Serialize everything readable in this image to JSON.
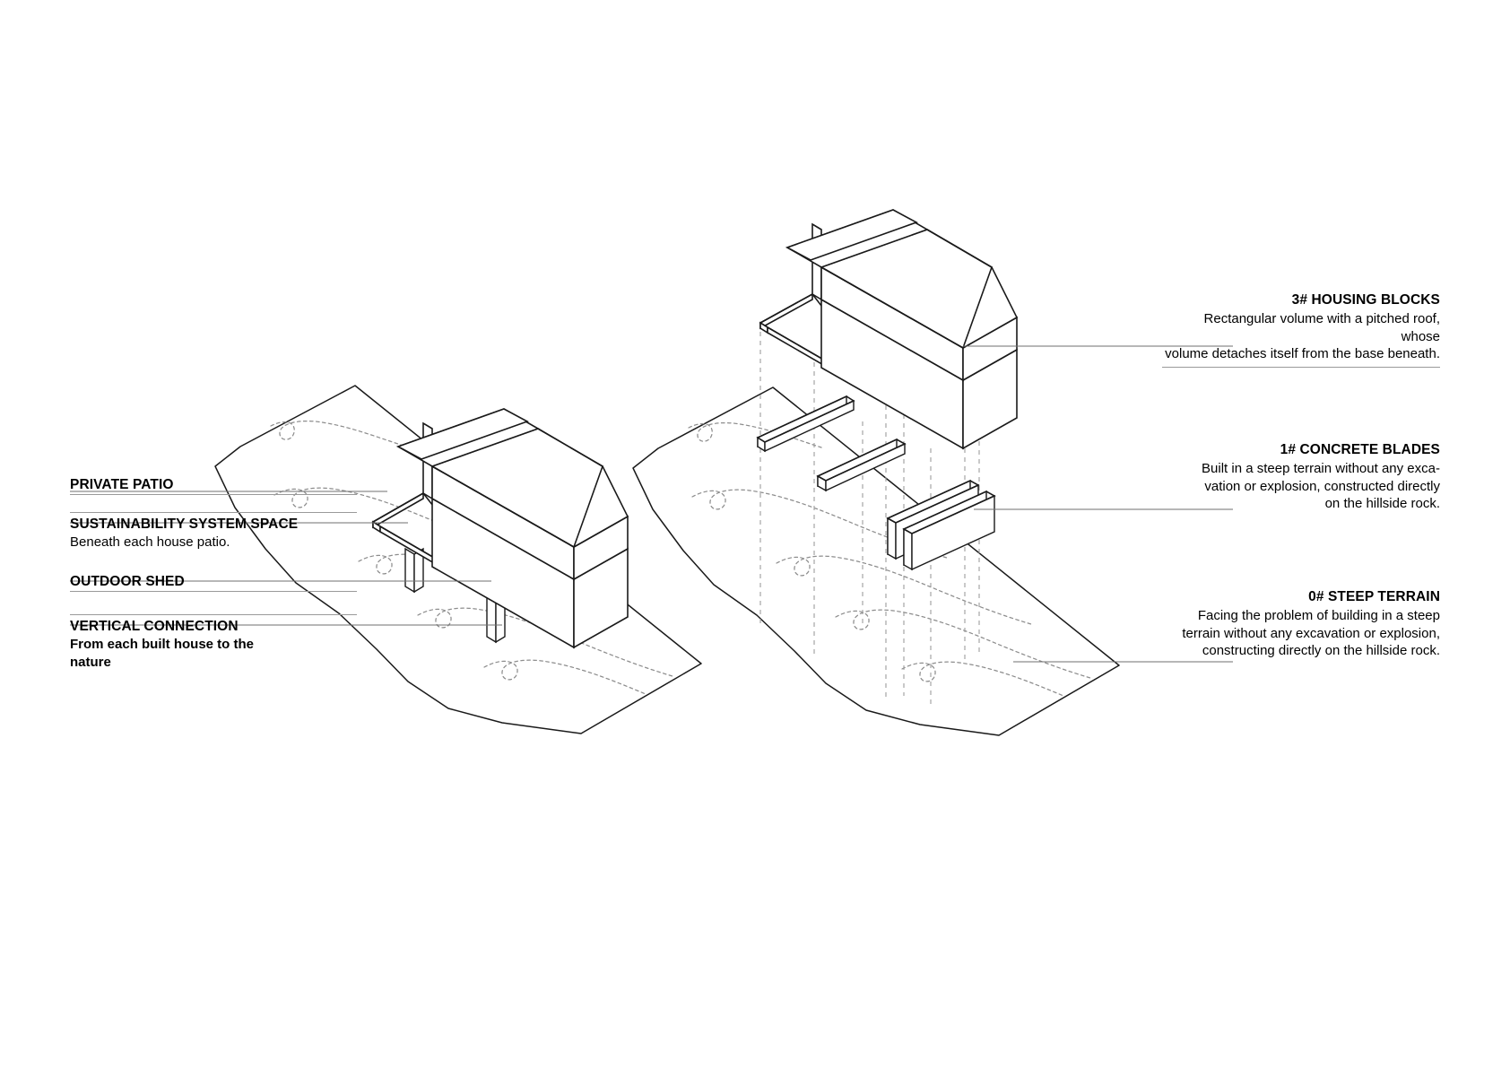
{
  "diagram": {
    "title": "Axonometric concept diagram",
    "background_color": "#ffffff",
    "line_color": "#1a1a1a",
    "rule_color": "#9a9a9a",
    "contour_color": "#8d8d8d"
  },
  "left_labels": [
    {
      "id": "private-patio",
      "title": "PRIVATE PATIO",
      "body": ""
    },
    {
      "id": "sustainability-system-space",
      "title": "SUSTAINABILITY SYSTEM SPACE",
      "body": "Beneath each house patio."
    },
    {
      "id": "outdoor-shed",
      "title": "OUTDOOR SHED",
      "body": ""
    },
    {
      "id": "vertical-connection",
      "title": "VERTICAL CONNECTION",
      "body": "From each built house to the\nnature"
    }
  ],
  "right_labels": [
    {
      "id": "housing-blocks",
      "title": "3# HOUSING BLOCKS",
      "body_line_1": "Rectangular volume with a pitched roof, whose",
      "body_line_2": "volume detaches itself from the base beneath."
    },
    {
      "id": "concrete-blades",
      "title": "1# CONCRETE BLADES",
      "body_line_1": "Built in a steep terrain without any exca-",
      "body_line_2": "vation or explosion, constructed directly",
      "body_line_3": "on the hillside rock."
    },
    {
      "id": "steep-terrain",
      "title": "0# STEEP TERRAIN",
      "body_line_1": "Facing the problem of building in a steep",
      "body_line_2": "terrain without any excavation or explosion,",
      "body_line_3": "constructing directly on the hillside rock."
    }
  ]
}
